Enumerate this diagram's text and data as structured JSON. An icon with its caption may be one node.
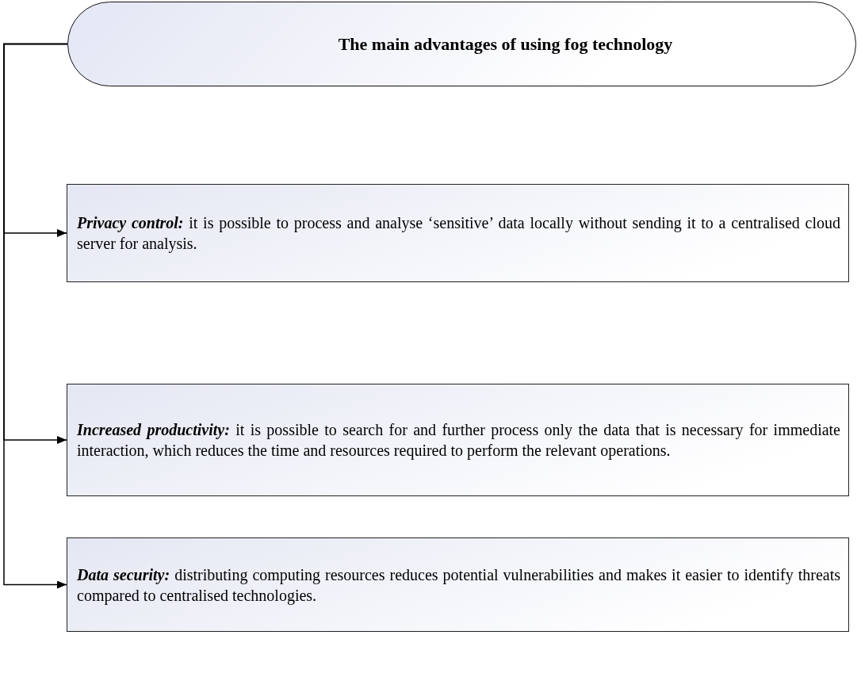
{
  "diagram": {
    "nodes": [
      {
        "text": [
          "The main advantages of using fog technology"
        ]
      },
      {
        "text": [
          "Privacy control:",
          "it is possible to process and analyse ‘sensitive’ data locally without sending it to a centralised cloud server for analysis."
        ]
      },
      {
        "text": [
          "Increased productivity:",
          "it is possible to search for and further process only the data that is necessary for immediate interaction, which reduces the time and resources required to perform the relevant operations."
        ]
      },
      {
        "text": [
          "Data security:",
          "distributing computing resources reduces potential vulnerabilities and makes it easier to identify threats compared to centralised technologies."
        ]
      }
    ],
    "edges": [
      {
        "from": 0,
        "to": 1,
        "arrow": "to"
      },
      {
        "from": 0,
        "to": 2,
        "arrow": "to"
      },
      {
        "from": 0,
        "to": 3,
        "arrow": "to"
      }
    ]
  }
}
